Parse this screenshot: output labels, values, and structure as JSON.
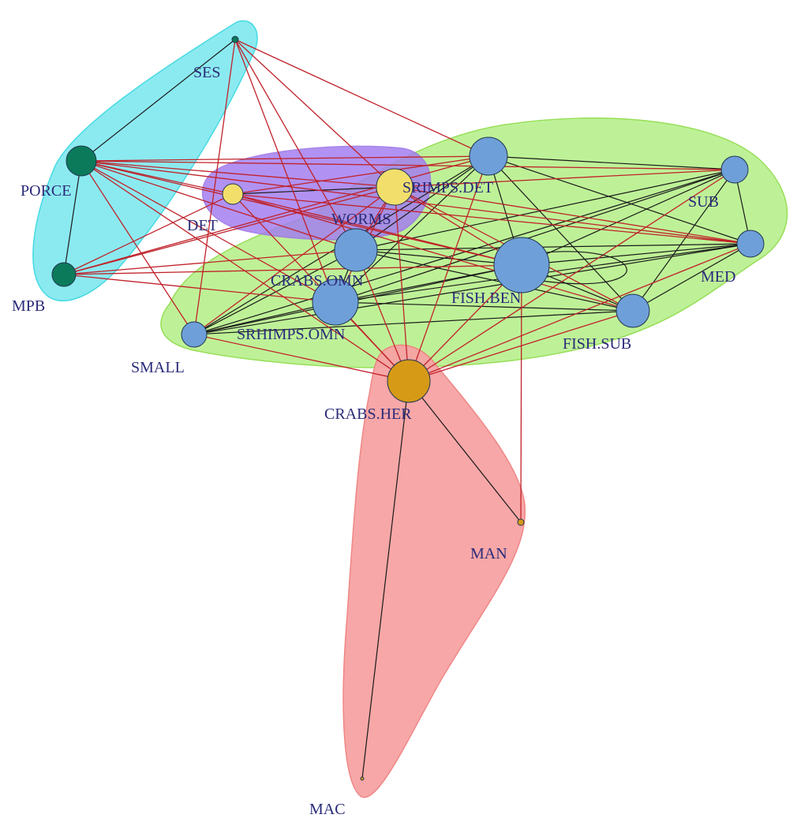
{
  "graph": {
    "nodes": [
      {
        "id": "SES",
        "label": "SES",
        "group": "cyan"
      },
      {
        "id": "PORCE",
        "label": "PORCE",
        "group": "cyan"
      },
      {
        "id": "MPB",
        "label": "MPB",
        "group": "cyan"
      },
      {
        "id": "DET",
        "label": "DET",
        "group": "purple"
      },
      {
        "id": "WORMS",
        "label": "WORMS",
        "group": "purple"
      },
      {
        "id": "SRIMPS.DET",
        "label": "SRIMPS.DET",
        "group": "green"
      },
      {
        "id": "SUB",
        "label": "SUB",
        "group": "green"
      },
      {
        "id": "MED",
        "label": "MED",
        "group": "green"
      },
      {
        "id": "CRABS.OMN",
        "label": "CRABS.OMN",
        "group": "green"
      },
      {
        "id": "FISH.BEN",
        "label": "FISH.BEN",
        "group": "green"
      },
      {
        "id": "SRHIMPS.OMN",
        "label": "SRHIMPS.OMN",
        "group": "green"
      },
      {
        "id": "FISH.SUB",
        "label": "FISH.SUB",
        "group": "green"
      },
      {
        "id": "SMALL",
        "label": "SMALL",
        "group": "green"
      },
      {
        "id": "CRABS.HER",
        "label": "CRABS.HER",
        "group": "red"
      },
      {
        "id": "MAN",
        "label": "MAN",
        "group": "red"
      },
      {
        "id": "MAC",
        "label": "MAC",
        "group": "red"
      }
    ],
    "groups": [
      {
        "id": "cyan",
        "fill": "#33d6e0",
        "hull_fill": "#7fe8ef"
      },
      {
        "id": "purple",
        "fill": "#9b6fe6",
        "hull_fill": "#a47ff0"
      },
      {
        "id": "green",
        "fill": "#8fdc4a",
        "hull_fill": "#b3ef8a"
      },
      {
        "id": "red",
        "fill": "#f08080",
        "hull_fill": "#f7a3a3"
      }
    ],
    "colors": {
      "node_cyan": "#0b7a5a",
      "node_purple": "#f2df6b",
      "node_green": "#6f9fd8",
      "node_red": "#d69a17",
      "edge_intra": "#1a1a1a",
      "edge_inter": "#c0222a",
      "label": "#2a2a7a"
    }
  }
}
